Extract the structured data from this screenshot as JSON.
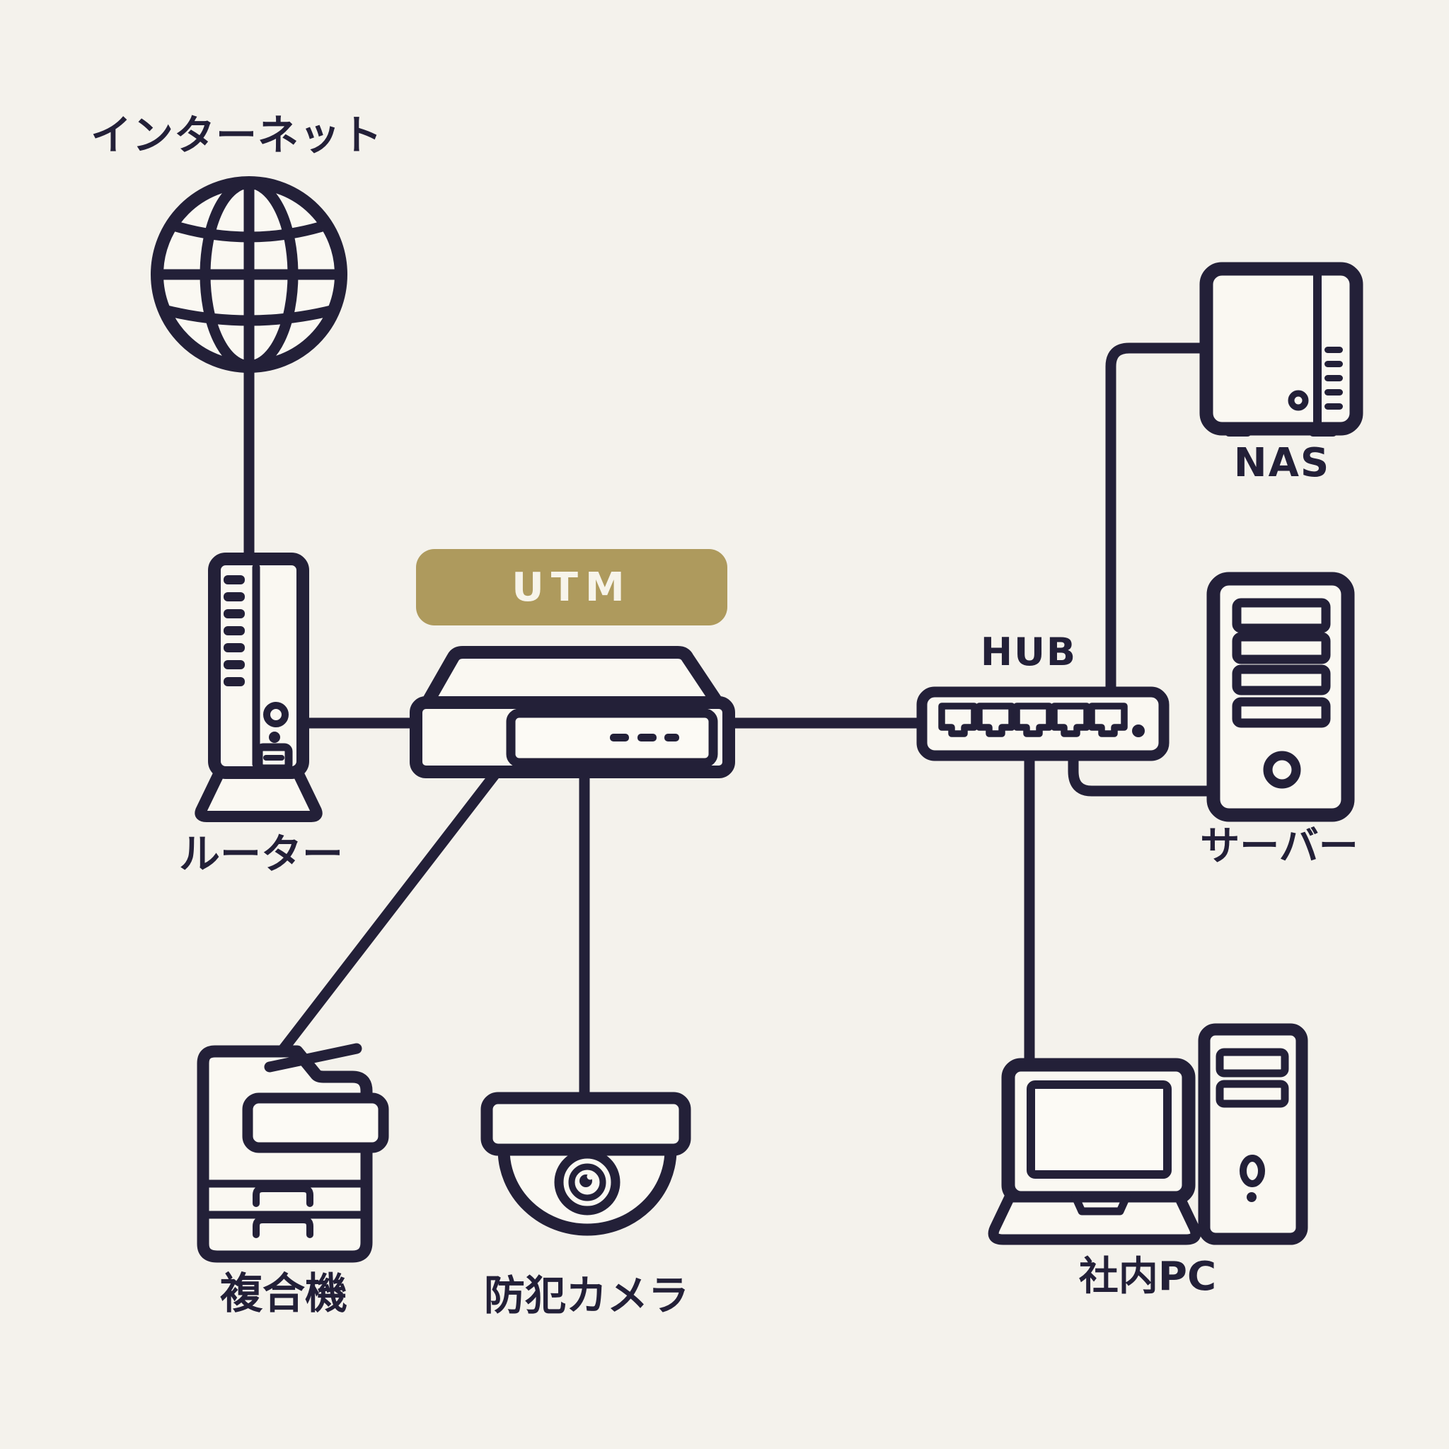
{
  "diagram": {
    "type": "network-diagram",
    "description": "UTM security appliance network diagram",
    "nodes": [
      {
        "id": "internet",
        "label": "インターネット",
        "icon": "globe-icon"
      },
      {
        "id": "router",
        "label": "ルーター",
        "icon": "router-icon"
      },
      {
        "id": "utm",
        "label": "UTM",
        "icon": "utm-appliance-icon",
        "highlight": true
      },
      {
        "id": "hub",
        "label": "HUB",
        "icon": "network-switch-icon"
      },
      {
        "id": "nas",
        "label": "NAS",
        "icon": "nas-icon"
      },
      {
        "id": "server",
        "label": "サーバー",
        "icon": "server-tower-icon"
      },
      {
        "id": "printer",
        "label": "複合機",
        "icon": "multifunction-printer-icon"
      },
      {
        "id": "camera",
        "label": "防犯カメラ",
        "icon": "dome-camera-icon"
      },
      {
        "id": "pc",
        "label": "社内PC",
        "icon": "laptop-and-desktop-icon"
      }
    ],
    "connections": [
      {
        "from": "internet",
        "to": "router"
      },
      {
        "from": "router",
        "to": "utm"
      },
      {
        "from": "utm",
        "to": "hub"
      },
      {
        "from": "utm",
        "to": "printer"
      },
      {
        "from": "utm",
        "to": "camera"
      },
      {
        "from": "hub",
        "to": "nas"
      },
      {
        "from": "hub",
        "to": "server"
      },
      {
        "from": "hub",
        "to": "pc"
      }
    ]
  },
  "colors": {
    "ink": "#232038",
    "background": "#f4f2ec",
    "utm_banner": "#ae9a5d",
    "utm_banner_text": "#f7f4ea"
  }
}
